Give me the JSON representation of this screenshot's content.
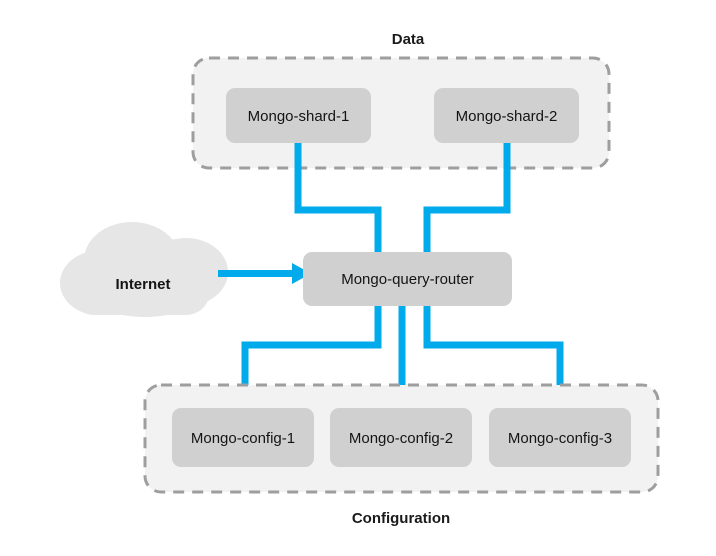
{
  "diagram": {
    "title_top": "Data",
    "title_bottom": "Configuration",
    "colors": {
      "link": "#00AAEB",
      "node_fill": "#D0D0D0",
      "group_fill": "#F2F2F2",
      "group_stroke": "#9E9E9E",
      "cloud_fill": "#E6E6E6",
      "background": "#FFFFFF",
      "text": "#141414"
    },
    "groups": [
      {
        "id": "data-group",
        "label": "Data",
        "label_position": "top",
        "nodes": [
          {
            "id": "mongo-shard-1",
            "label": "Mongo-shard-1"
          },
          {
            "id": "mongo-shard-2",
            "label": "Mongo-shard-2"
          }
        ]
      },
      {
        "id": "configuration-group",
        "label": "Configuration",
        "label_position": "bottom",
        "nodes": [
          {
            "id": "mongo-config-1",
            "label": "Mongo-config-1"
          },
          {
            "id": "mongo-config-2",
            "label": "Mongo-config-2"
          },
          {
            "id": "mongo-config-3",
            "label": "Mongo-config-3"
          }
        ]
      }
    ],
    "cloud": {
      "id": "internet-cloud",
      "label": "Internet"
    },
    "router": {
      "id": "mongo-query-router",
      "label": "Mongo-query-router"
    },
    "connections": [
      {
        "from": "internet-cloud",
        "to": "mongo-query-router",
        "arrow": true
      },
      {
        "from": "mongo-shard-1",
        "to": "mongo-query-router",
        "arrow": false
      },
      {
        "from": "mongo-shard-2",
        "to": "mongo-query-router",
        "arrow": false
      },
      {
        "from": "mongo-query-router",
        "to": "mongo-config-1",
        "arrow": false
      },
      {
        "from": "mongo-query-router",
        "to": "mongo-config-2",
        "arrow": false
      },
      {
        "from": "mongo-query-router",
        "to": "mongo-config-3",
        "arrow": false
      }
    ]
  }
}
